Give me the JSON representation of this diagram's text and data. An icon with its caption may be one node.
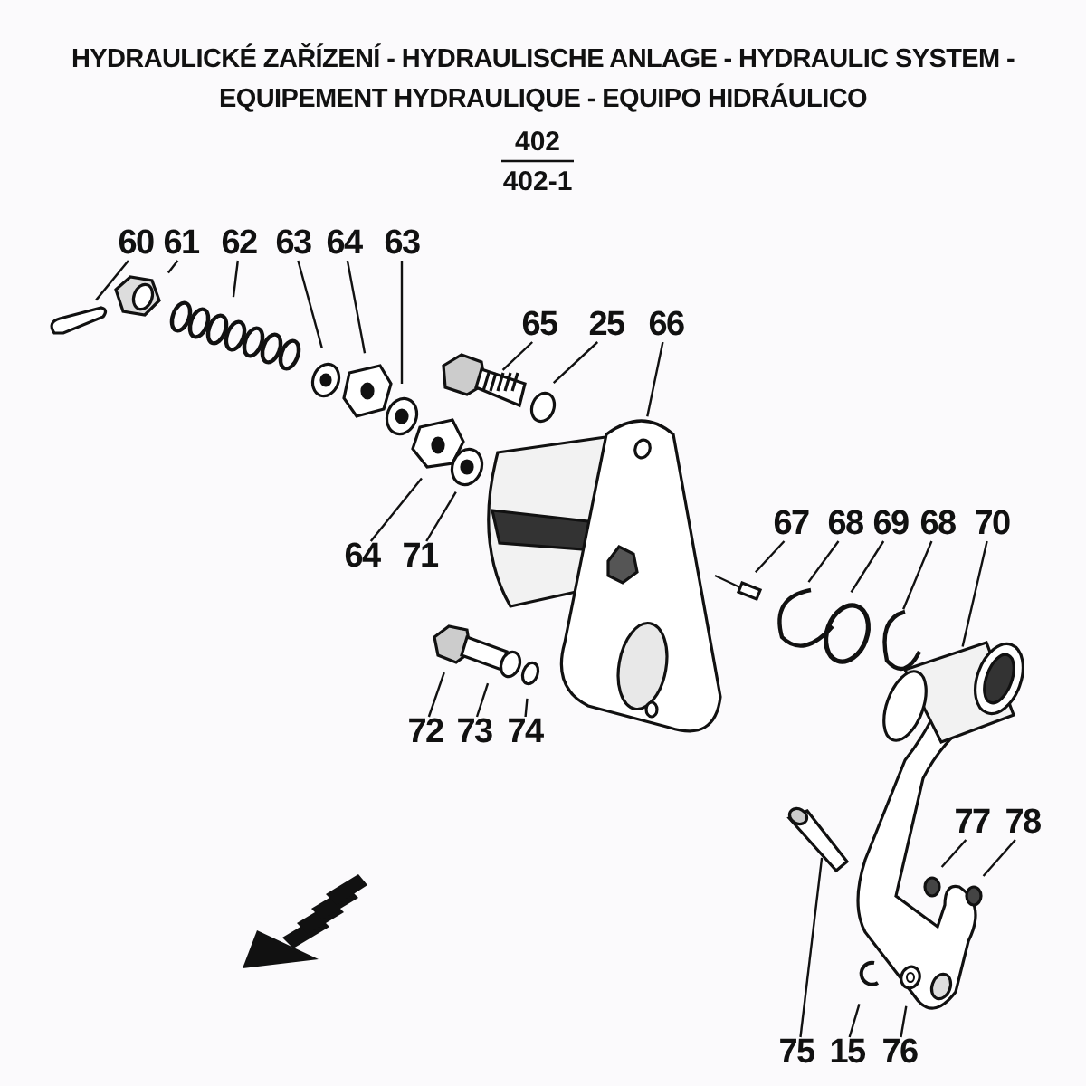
{
  "diagram": {
    "title": "HYDRAULICKÉ ZAŘÍZENÍ - HYDRAULISCHE ANLAGE - HYDRAULIC SYSTEM - EQUIPEMENT HYDRAULIQUE - EQUIPO HIDRÁULICO",
    "nodes": [
      {
        "text": [
          "60"
        ]
      },
      {
        "text": [
          "61"
        ]
      },
      {
        "text": [
          "62"
        ]
      },
      {
        "text": [
          "63"
        ]
      },
      {
        "text": [
          "64"
        ]
      },
      {
        "text": [
          "63"
        ]
      },
      {
        "text": [
          "65"
        ]
      },
      {
        "text": [
          "25"
        ]
      },
      {
        "text": [
          "66"
        ]
      },
      {
        "text": [
          "64"
        ]
      },
      {
        "text": [
          "71"
        ]
      },
      {
        "text": [
          "67"
        ]
      },
      {
        "text": [
          "68"
        ]
      },
      {
        "text": [
          "69"
        ]
      },
      {
        "text": [
          "68"
        ]
      },
      {
        "text": [
          "70"
        ]
      },
      {
        "text": [
          "72"
        ]
      },
      {
        "text": [
          "73"
        ]
      },
      {
        "text": [
          "74"
        ]
      },
      {
        "text": [
          "77"
        ]
      },
      {
        "text": [
          "78"
        ]
      },
      {
        "text": [
          "75"
        ]
      },
      {
        "text": [
          "15"
        ]
      },
      {
        "text": [
          "76"
        ]
      }
    ],
    "edges": [
      {
        "from": 0,
        "to": null,
        "arrow": "none"
      },
      {
        "from": 1,
        "to": null,
        "arrow": "none"
      },
      {
        "from": 2,
        "to": null,
        "arrow": "none"
      },
      {
        "from": 3,
        "to": null,
        "arrow": "none"
      },
      {
        "from": 4,
        "to": null,
        "arrow": "none"
      },
      {
        "from": 5,
        "to": null,
        "arrow": "none"
      },
      {
        "from": 6,
        "to": null,
        "arrow": "none"
      },
      {
        "from": 7,
        "to": null,
        "arrow": "none"
      },
      {
        "from": 8,
        "to": null,
        "arrow": "none"
      },
      {
        "from": 9,
        "to": null,
        "arrow": "none"
      },
      {
        "from": 10,
        "to": null,
        "arrow": "none"
      },
      {
        "from": 11,
        "to": null,
        "arrow": "none"
      },
      {
        "from": 12,
        "to": null,
        "arrow": "none"
      },
      {
        "from": 13,
        "to": null,
        "arrow": "none"
      },
      {
        "from": 14,
        "to": null,
        "arrow": "none"
      },
      {
        "from": 15,
        "to": null,
        "arrow": "none"
      },
      {
        "from": 16,
        "to": null,
        "arrow": "none"
      },
      {
        "from": 17,
        "to": null,
        "arrow": "none"
      },
      {
        "from": 18,
        "to": null,
        "arrow": "none"
      },
      {
        "from": 19,
        "to": null,
        "arrow": "none"
      },
      {
        "from": 20,
        "to": null,
        "arrow": "none"
      },
      {
        "from": 21,
        "to": null,
        "arrow": "none"
      },
      {
        "from": 22,
        "to": null,
        "arrow": "none"
      },
      {
        "from": 23,
        "to": null,
        "arrow": "none"
      }
    ],
    "labels": [
      "402",
      "402-1"
    ]
  }
}
